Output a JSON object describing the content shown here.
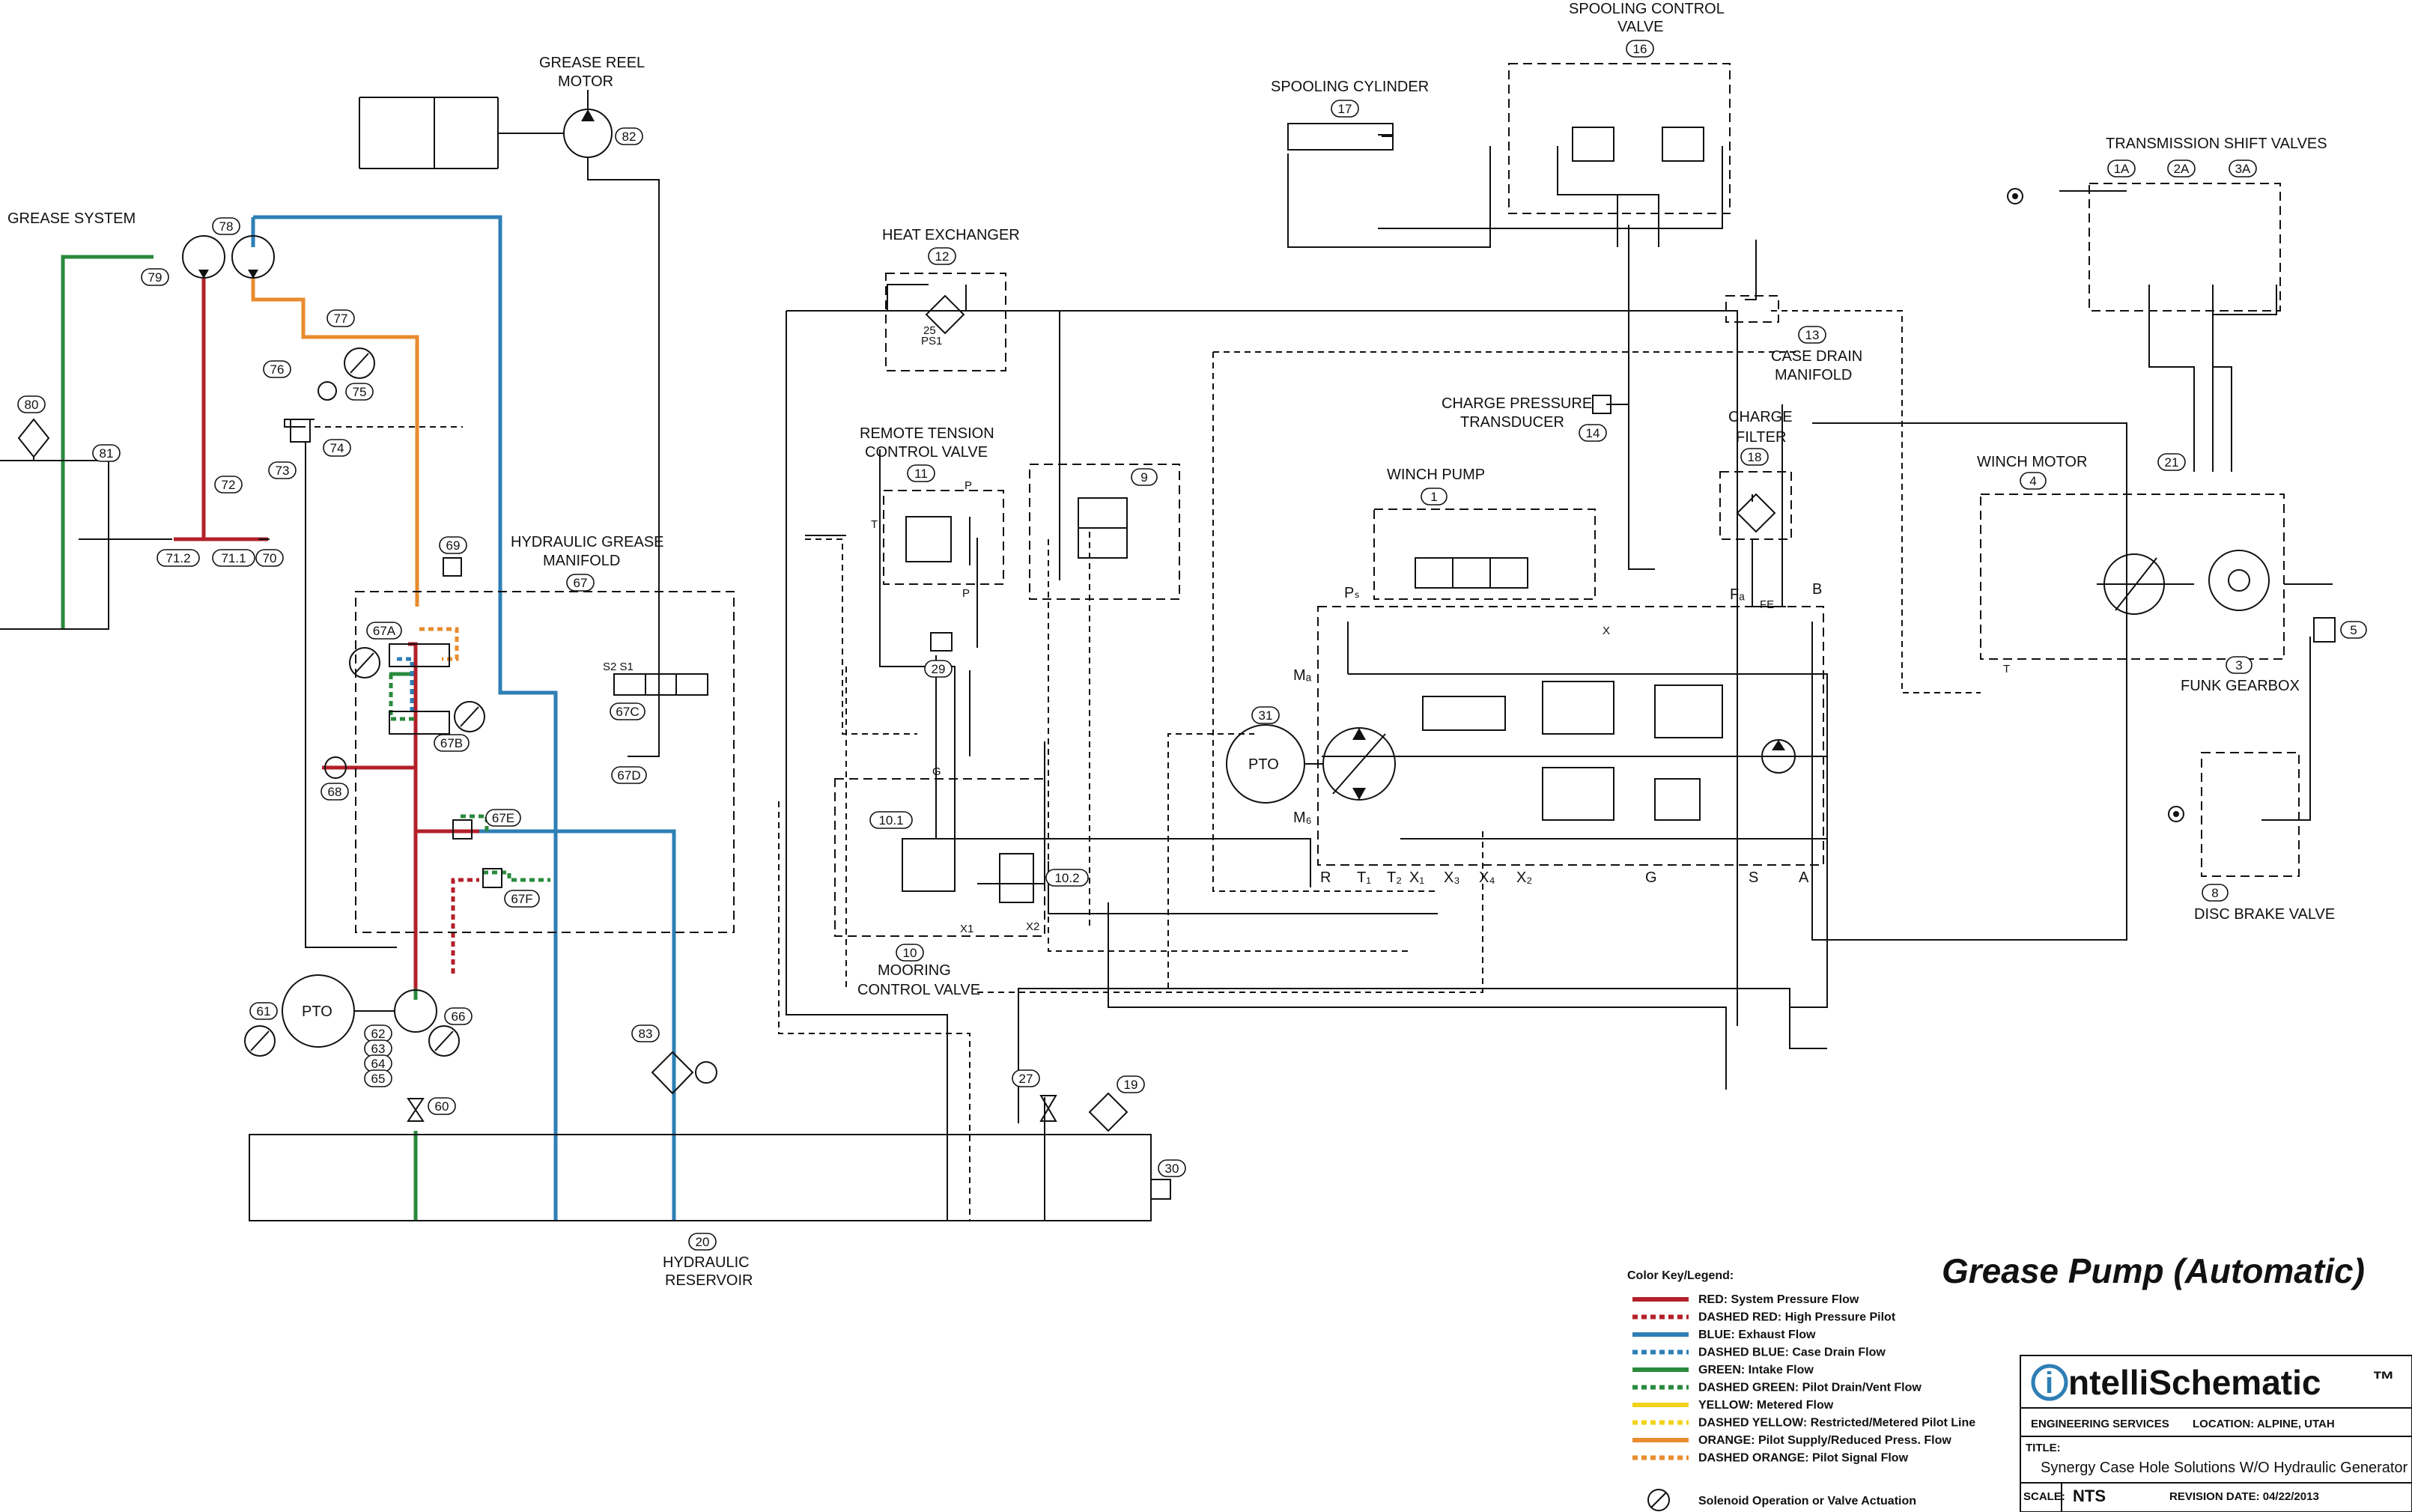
{
  "title": "Grease Pump (Automatic)",
  "colors": {
    "red": "#b3202a",
    "blue": "#2e7fb5",
    "green": "#2a8a3c",
    "yellow": "#f2d21b",
    "orange": "#e88b2e",
    "brand": "#2e7fb5"
  },
  "legend": {
    "heading": "Color Key/Legend:",
    "items": [
      {
        "label": "RED: System Pressure Flow",
        "color": "#b3202a",
        "dashed": false
      },
      {
        "label": "DASHED RED: High Pressure Pilot",
        "color": "#b3202a",
        "dashed": true
      },
      {
        "label": "BLUE: Exhaust Flow",
        "color": "#2e7fb5",
        "dashed": false
      },
      {
        "label": "DASHED BLUE: Case Drain Flow",
        "color": "#2e7fb5",
        "dashed": true
      },
      {
        "label": "GREEN: Intake Flow",
        "color": "#2a8a3c",
        "dashed": false
      },
      {
        "label": "DASHED GREEN: Pilot Drain/Vent Flow",
        "color": "#2a8a3c",
        "dashed": true
      },
      {
        "label": "YELLOW: Metered Flow",
        "color": "#f2d21b",
        "dashed": false
      },
      {
        "label": "DASHED YELLOW: Restricted/Metered Pilot Line",
        "color": "#f2d21b",
        "dashed": true
      },
      {
        "label": "ORANGE: Pilot Supply/Reduced Press. Flow",
        "color": "#e88b2e",
        "dashed": false
      },
      {
        "label": "DASHED ORANGE: Pilot Signal Flow",
        "color": "#e88b2e",
        "dashed": true
      }
    ],
    "solenoid_note": "Solenoid Operation or Valve Actuation"
  },
  "title_block": {
    "brand_prefix": "i",
    "brand_name": "ntelliSchematic",
    "brand_tm": "™",
    "services": "ENGINEERING SERVICES",
    "location": "LOCATION: ALPINE, UTAH",
    "title_label": "TITLE:",
    "title_value": "Synergy Case Hole Solutions W/O Hydraulic Generator",
    "scale_label": "SCALE:",
    "scale_value": "NTS",
    "revision": "REVISION DATE: 04/22/2013"
  },
  "labels": {
    "grease_system": "GREASE SYSTEM",
    "grease_reel_motor_1": "GREASE REEL",
    "grease_reel_motor_2": "MOTOR",
    "hyd_grease_manifold_1": "HYDRAULIC GREASE",
    "hyd_grease_manifold_2": "MANIFOLD",
    "hyd_reservoir_1": "HYDRAULIC",
    "hyd_reservoir_2": "RESERVOIR",
    "heat_exchanger": "HEAT EXCHANGER",
    "spooling_cylinder": "SPOOLING CYLINDER",
    "spooling_control_valve_1": "SPOOLING CONTROL",
    "spooling_control_valve_2": "VALVE",
    "case_drain_manifold_1": "CASE DRAIN",
    "case_drain_manifold_2": "MANIFOLD",
    "charge_pressure_transducer_1": "CHARGE PRESSURE",
    "charge_pressure_transducer_2": "TRANSDUCER",
    "charge_filter_1": "CHARGE",
    "charge_filter_2": "FILTER",
    "winch_pump": "WINCH PUMP",
    "remote_tension_1": "REMOTE TENSION",
    "remote_tension_2": "CONTROL VALVE",
    "mooring_1": "MOORING",
    "mooring_2": "CONTROL VALVE",
    "winch_motor": "WINCH MOTOR",
    "transmission_shift": "TRANSMISSION SHIFT VALVES",
    "funk_gearbox": "FUNK GEARBOX",
    "disc_brake_valve": "DISC BRAKE VALVE",
    "pto": "PTO",
    "pto2": "PTO",
    "s2s1": "S2  S1",
    "ps1_1": "25",
    "ps1_2": "PS1"
  },
  "ports": {
    "R": "R",
    "T1": "T₁",
    "T2": "T₂",
    "X1": "X₁",
    "X3": "X₃",
    "X4": "X₄",
    "X2": "X₂",
    "G": "G",
    "S": "S",
    "A": "A",
    "B": "B",
    "Ps": "Pₛ",
    "Fa": "Fₐ",
    "Ma": "Mₐ",
    "Mb": "M₆",
    "P": "P",
    "T": "T",
    "X": "X",
    "P2": "P",
    "G2": "G",
    "x1": "X1",
    "x2": "X2",
    "Tm": "T",
    "fe": "FE"
  },
  "numbers": {
    "n1": "1",
    "n1A": "1A",
    "n2A": "2A",
    "n3A": "3A",
    "n3": "3",
    "n4": "4",
    "n5": "5",
    "n8": "8",
    "n9": "9",
    "n10": "10",
    "n10_1": "10.1",
    "n10_2": "10.2",
    "n11": "11",
    "n12": "12",
    "n13": "13",
    "n14": "14",
    "n16": "16",
    "n17": "17",
    "n18": "18",
    "n19": "19",
    "n20": "20",
    "n21": "21",
    "n27": "27",
    "n29": "29",
    "n30": "30",
    "n31": "31",
    "n60": "60",
    "n61": "61",
    "n62": "62",
    "n63": "63",
    "n64": "64",
    "n65": "65",
    "n66": "66",
    "n67": "67",
    "n67A": "67A",
    "n67B": "67B",
    "n67C": "67C",
    "n67D": "67D",
    "n67E": "67E",
    "n67F": "67F",
    "n68": "68",
    "n69": "69",
    "n70": "70",
    "n71_1": "71.1",
    "n71_2": "71.2",
    "n72": "72",
    "n73": "73",
    "n74": "74",
    "n75": "75",
    "n76": "76",
    "n77": "77",
    "n78": "78",
    "n79": "79",
    "n80": "80",
    "n81": "81",
    "n82": "82",
    "n83": "83"
  }
}
